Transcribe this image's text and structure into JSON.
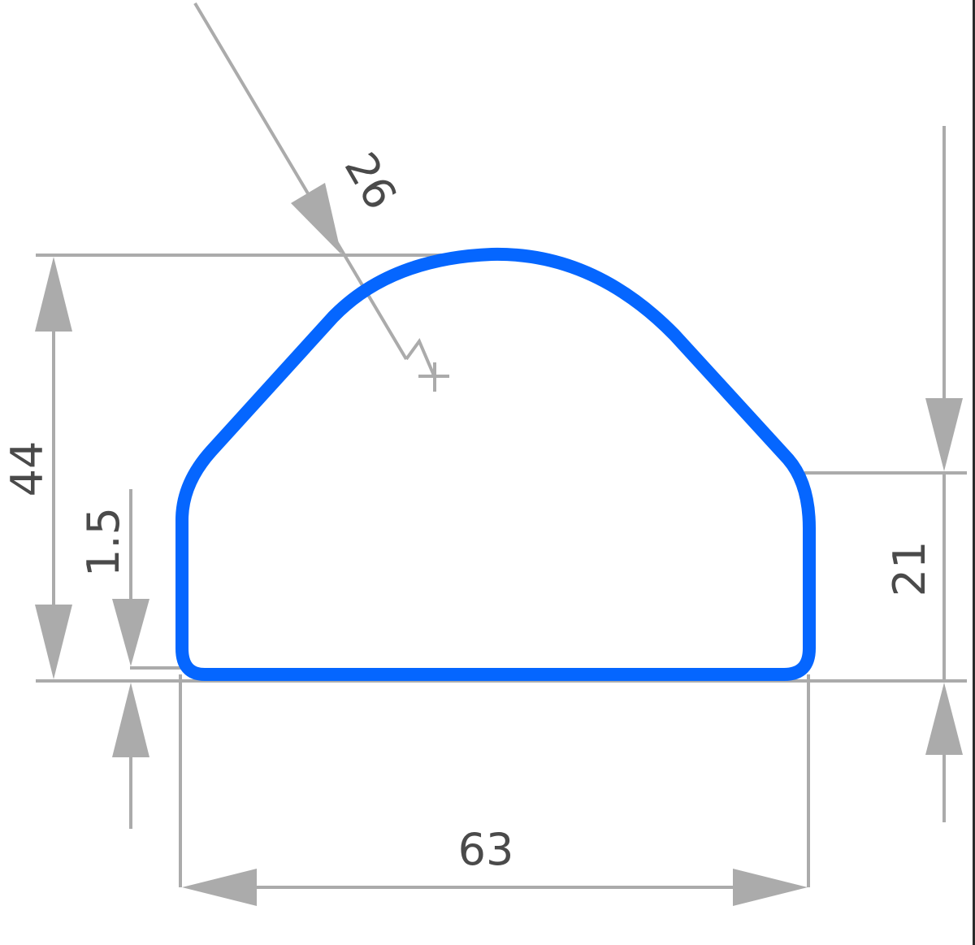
{
  "drawing": {
    "type": "profile cross-section dimension drawing",
    "profile_color": "#0566ff",
    "dimension_line_color": "#ababab",
    "label_color": "#4a4a4a",
    "dimensions": {
      "radius": {
        "label": "26",
        "meaning": "top arc radius"
      },
      "total_height": {
        "label": "44",
        "meaning": "overall height"
      },
      "wall_thickness": {
        "label": "1.5",
        "meaning": "wall thickness"
      },
      "side_height": {
        "label": "21",
        "meaning": "vertical side height"
      },
      "width": {
        "label": "63",
        "meaning": "overall width"
      }
    }
  }
}
